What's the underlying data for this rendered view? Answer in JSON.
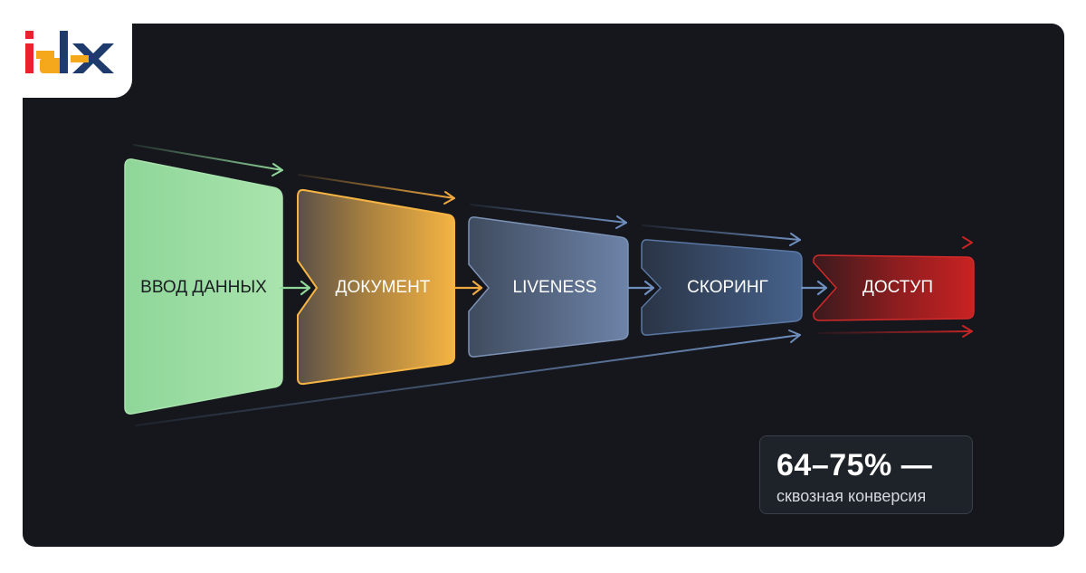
{
  "stages": [
    {
      "label": "ВВОД ДАННЫХ",
      "fill": "#9edba4",
      "stroke": "#a9e4ad",
      "text_color": "#1a1d22"
    },
    {
      "label": "ДОКУМЕНТ",
      "fill": "#f0b048",
      "stroke": "#f5b443",
      "text_color": "#ffffff"
    },
    {
      "label": "LIVENESS",
      "fill": "#5c7092",
      "stroke": "#7d93b6",
      "text_color": "#ffffff"
    },
    {
      "label": "СКОРИНГ",
      "fill": "#3b5579",
      "stroke": "#5a78a3",
      "text_color": "#ffffff"
    },
    {
      "label": "ДОСТУП",
      "fill": "#b51f1f",
      "stroke": "#d12a2a",
      "text_color": "#ffffff"
    }
  ],
  "kpi": {
    "value": "64–75% —",
    "caption": "сквозная конверсия"
  },
  "colors": {
    "background": "#15171d",
    "arrow_green": "#8fd699",
    "arrow_orange": "#f0a93e",
    "arrow_blue": "#6f8fbe",
    "arrow_red": "#c72424"
  },
  "logo": {
    "text": "idx",
    "colors": [
      "#e8222e",
      "#f6a81c",
      "#1f3b6d"
    ]
  }
}
